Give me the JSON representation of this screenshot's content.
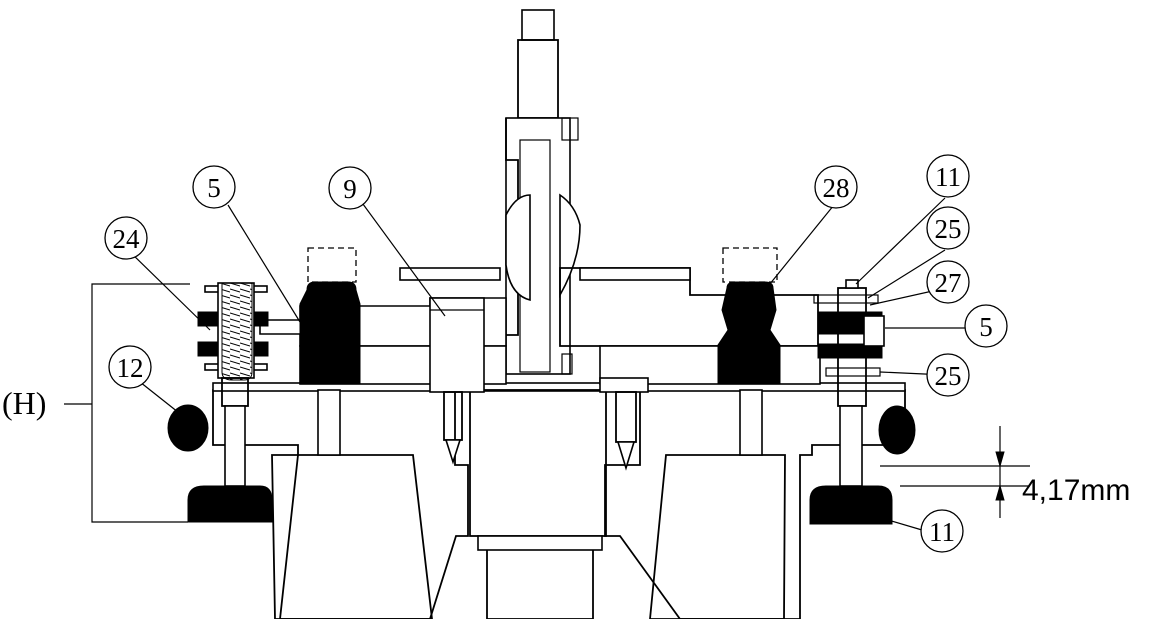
{
  "callouts": [
    {
      "id": "c5-left",
      "text": "5"
    },
    {
      "id": "c9",
      "text": "9"
    },
    {
      "id": "c24",
      "text": "24"
    },
    {
      "id": "c12",
      "text": "12"
    },
    {
      "id": "c28",
      "text": "28"
    },
    {
      "id": "c11-top",
      "text": "11"
    },
    {
      "id": "c25-top",
      "text": "25"
    },
    {
      "id": "c27",
      "text": "27"
    },
    {
      "id": "c5-right",
      "text": "5"
    },
    {
      "id": "c25-bottom",
      "text": "25"
    },
    {
      "id": "c11-bottom",
      "text": "11"
    }
  ],
  "height_label": "(H)",
  "dimension_label": "4,17mm"
}
